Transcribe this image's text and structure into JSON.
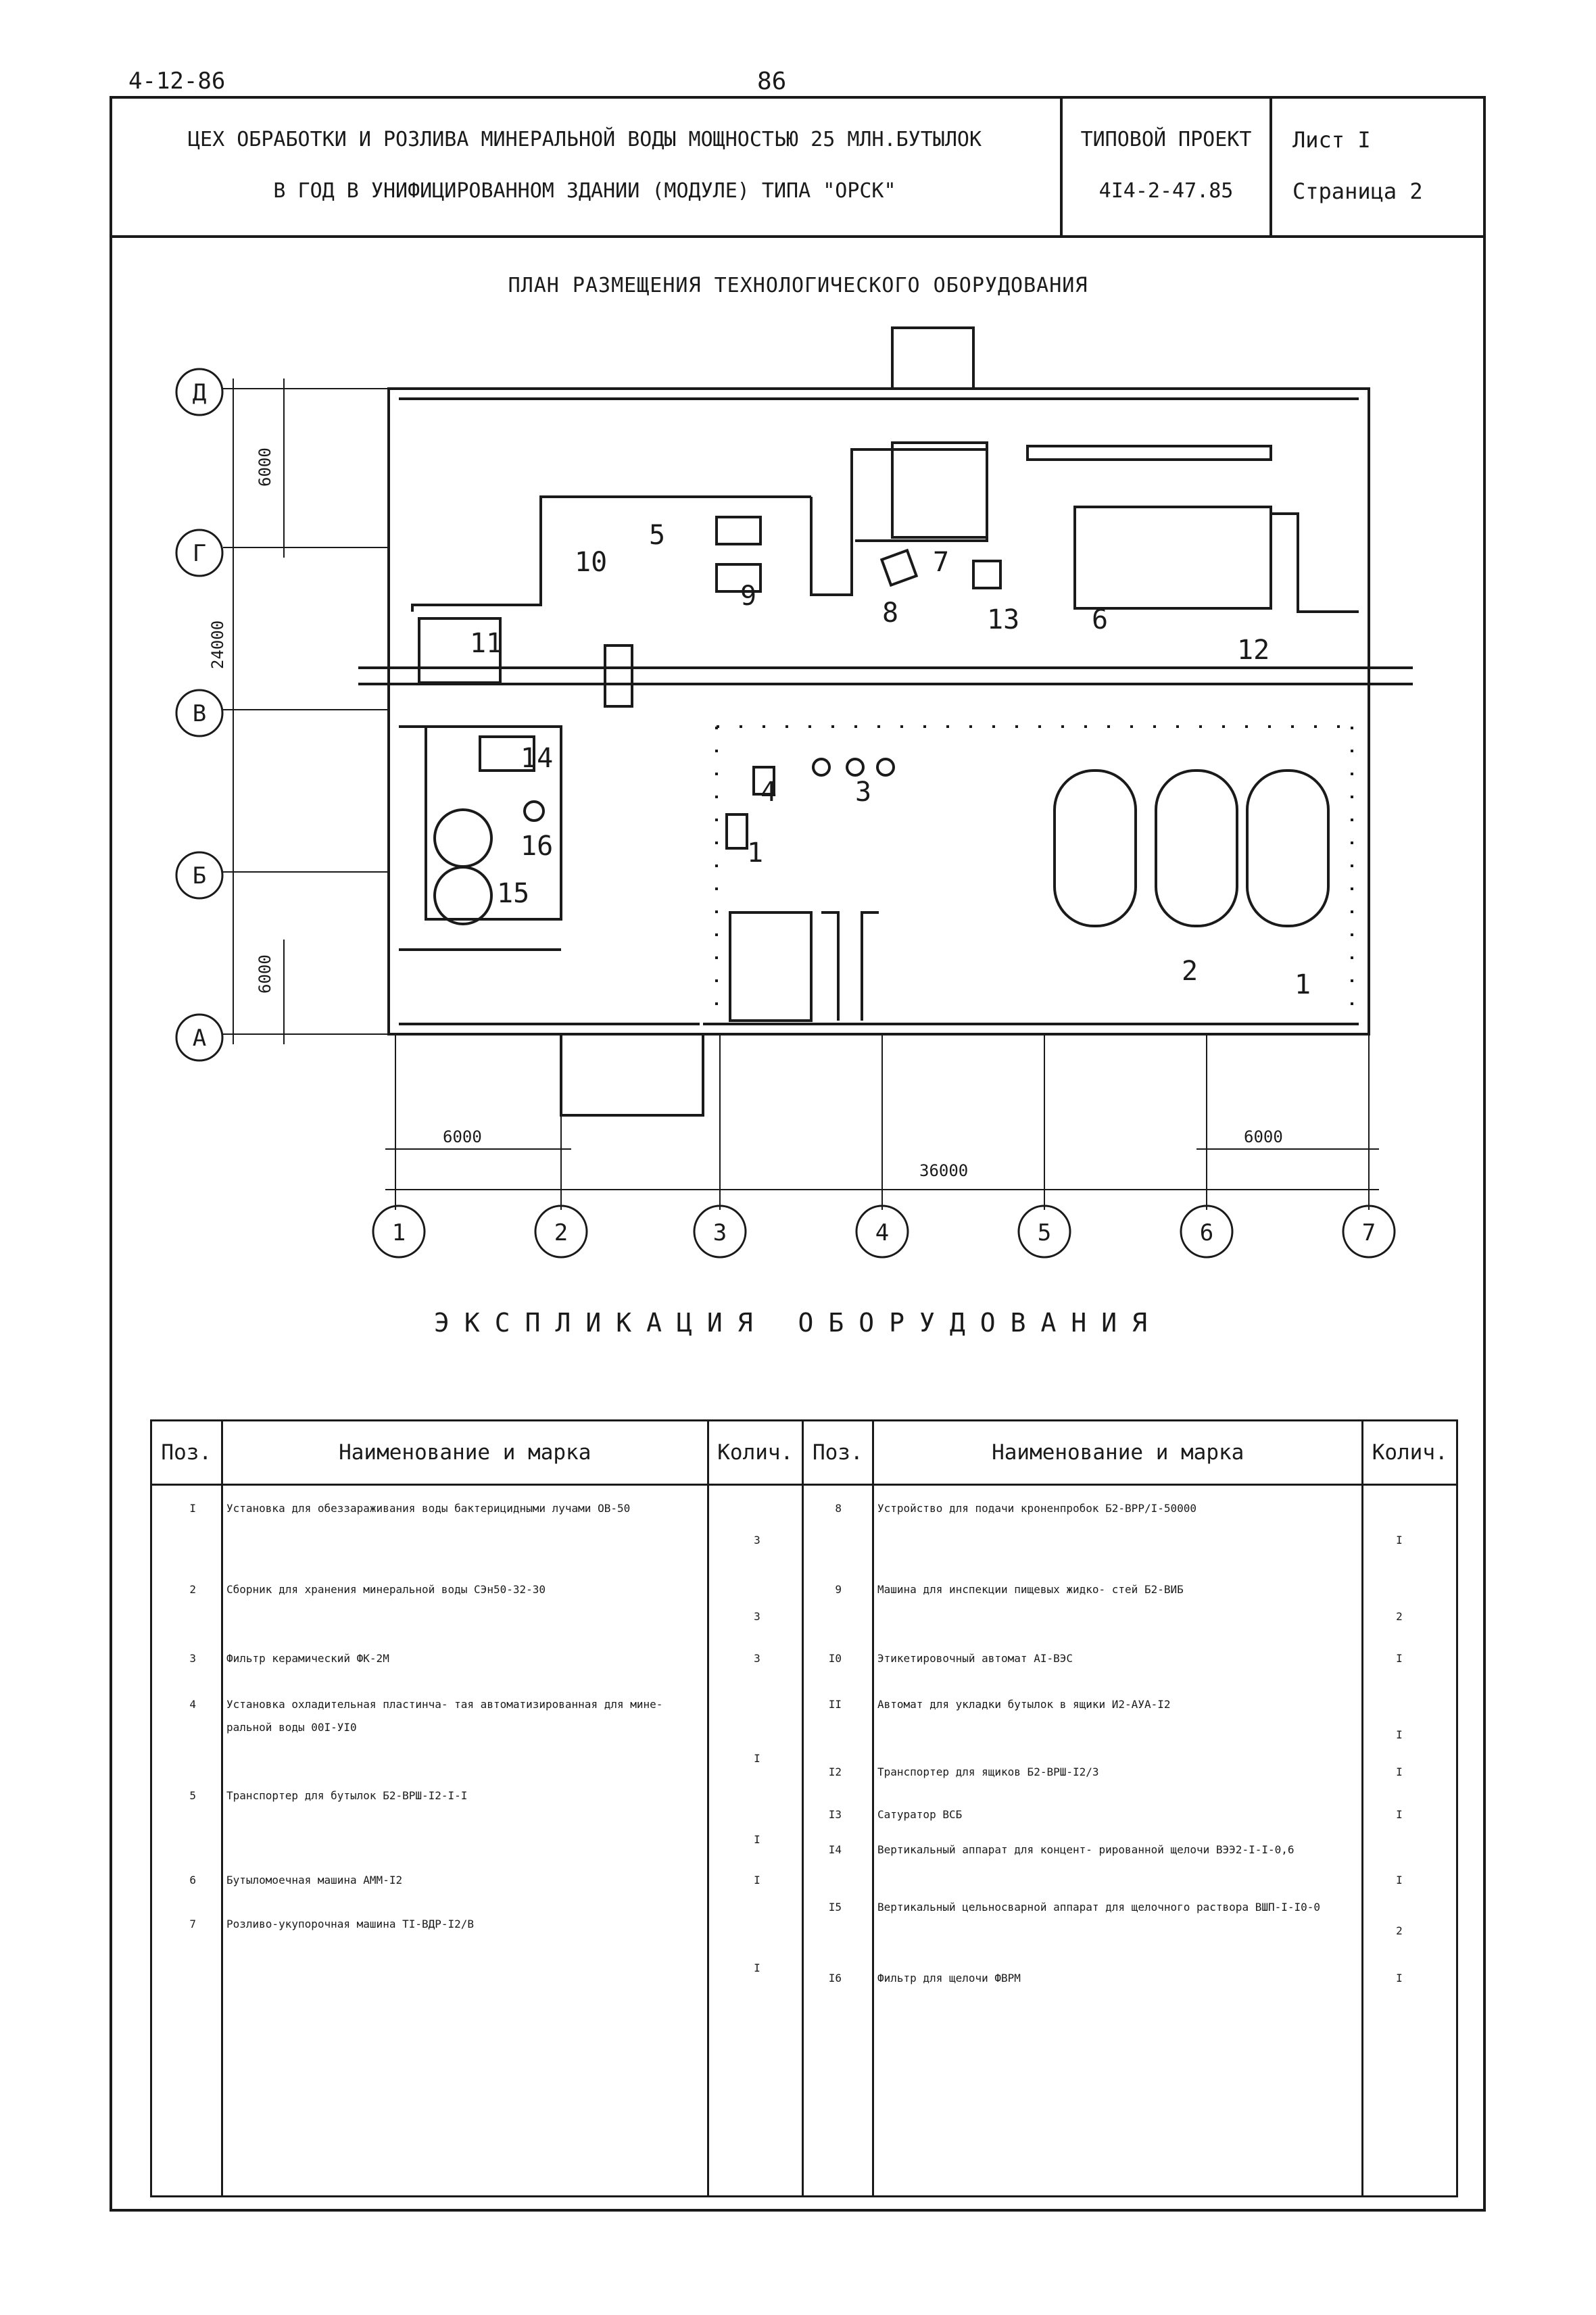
{
  "header": {
    "code": "4-12-86",
    "page_number": "86"
  },
  "title_block": {
    "title_line1": "ЦЕХ ОБРАБОТКИ И РОЗЛИВА МИНЕРАЛЬНОЙ ВОДЫ МОЩНОСТЬЮ 25 МЛН.БУТЫЛОК",
    "title_line2": "В ГОД В УНИФИЦИРОВАННОМ ЗДАНИИ (МОДУЛЕ) ТИПА \"ОРСК\"",
    "project_label": "ТИПОВОЙ ПРОЕКТ",
    "project_number": "4I4-2-47.85",
    "sheet": "Лист I",
    "page": "Страница 2"
  },
  "plan": {
    "title": "ПЛАН РАЗМЕЩЕНИЯ ТЕХНОЛОГИЧЕСКОГО ОБОРУДОВАНИЯ",
    "row_axes": [
      "Д",
      "Г",
      "В",
      "Б",
      "А"
    ],
    "column_axes": [
      "1",
      "2",
      "3",
      "4",
      "5",
      "6",
      "7"
    ],
    "dimensions": {
      "d_g": "6000",
      "total_height": "24000",
      "b_a": "6000",
      "c1_c2": "6000",
      "total_width": "36000",
      "c6_c7": "6000"
    },
    "labels": [
      "1",
      "1",
      "2",
      "3",
      "4",
      "5",
      "6",
      "7",
      "8",
      "9",
      "10",
      "11",
      "12",
      "13",
      "14",
      "15",
      "16"
    ]
  },
  "explication": {
    "title": "ЭКСПЛИКАЦИЯ ОБОРУДОВАНИЯ",
    "headers": {
      "pos": "Поз.",
      "name": "Наименование и марка",
      "qty": "Колич."
    },
    "left": [
      {
        "pos": "I",
        "name": "Установка для обеззараживания воды бактерицидными лучами ОВ-50",
        "qty": "3"
      },
      {
        "pos": "2",
        "name": "Сборник для хранения минеральной воды СЭн50-32-30",
        "qty": "3"
      },
      {
        "pos": "3",
        "name": "Фильтр керамический ФК-2М",
        "qty": "3"
      },
      {
        "pos": "4",
        "name": "Установка охладительная пластинча- тая автоматизированная для мине- ральной воды 00I-УI0",
        "qty": "I"
      },
      {
        "pos": "5",
        "name": "Транспортер для бутылок Б2-ВРШ-I2-I-I",
        "qty": "I"
      },
      {
        "pos": "6",
        "name": "Бутыломоечная машина АММ-I2",
        "qty": "I"
      },
      {
        "pos": "7",
        "name": "Розливо-укупорочная машина TI-ВДР-I2/В",
        "qty": "I"
      }
    ],
    "right": [
      {
        "pos": "8",
        "name": "Устройство для подачи кроненпробок Б2-ВРР/I-50000",
        "qty": "I"
      },
      {
        "pos": "9",
        "name": "Машина для инспекции пищевых жидко- стей Б2-ВИБ",
        "qty": "2"
      },
      {
        "pos": "I0",
        "name": "Этикетировочный автомат АI-ВЭС",
        "qty": "I"
      },
      {
        "pos": "II",
        "name": "Автомат для укладки бутылок в ящики И2-АУА-I2",
        "qty": "I"
      },
      {
        "pos": "I2",
        "name": "Транспортер для ящиков Б2-ВРШ-I2/3",
        "qty": "I"
      },
      {
        "pos": "I3",
        "name": "Сатуратор ВСБ",
        "qty": "I"
      },
      {
        "pos": "I4",
        "name": "Вертикальный аппарат для концент- рированной щелочи ВЭЭ2-I-I-0,6",
        "qty": "I"
      },
      {
        "pos": "I5",
        "name": "Вертикальный цельносварной аппарат для щелочного раствора ВШП-I-I0-0",
        "qty": "2"
      },
      {
        "pos": "I6",
        "name": "Фильтр для щелочи ФВРМ",
        "qty": "I"
      }
    ]
  }
}
